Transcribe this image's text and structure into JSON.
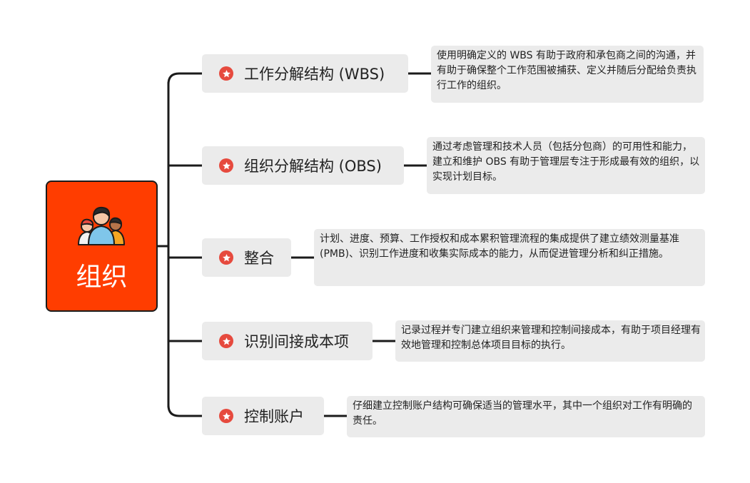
{
  "root": {
    "title": "组织",
    "icon": "people-group-icon"
  },
  "colors": {
    "root_fill": "#ff3d00",
    "star": "#e64a3e",
    "box": "#ebebeb",
    "line": "#1b1b1b"
  },
  "branches": [
    {
      "label": "工作分解结构 (WBS)",
      "icon": "star-icon",
      "note": "使用明确定义的 WBS 有助于政府和承包商之间的沟通，并有助于确保整个工作范围被捕获、定义并随后分配给负责执行工作的组织。"
    },
    {
      "label": "组织分解结构 (OBS)",
      "icon": "star-icon",
      "note": "通过考虑管理和技术人员（包括分包商）的可用性和能力，建立和维护 OBS 有助于管理层专注于形成最有效的组织，以实现计划目标。"
    },
    {
      "label": "整合",
      "icon": "star-icon",
      "note": "计划、进度、预算、工作授权和成本累积管理流程的集成提供了建立绩效测量基准 (PMB)、识别工作进度和收集实际成本的能力，从而促进管理分析和纠正措施。"
    },
    {
      "label": "识别间接成本项",
      "icon": "star-icon",
      "note": "记录过程并专门建立组织来管理和控制间接成本，有助于项目经理有效地管理和控制总体项目目标的执行。"
    },
    {
      "label": "控制账户",
      "icon": "star-icon",
      "note": "仔细建立控制账户结构可确保适当的管理水平，其中一个组织对工作有明确的责任。"
    }
  ]
}
